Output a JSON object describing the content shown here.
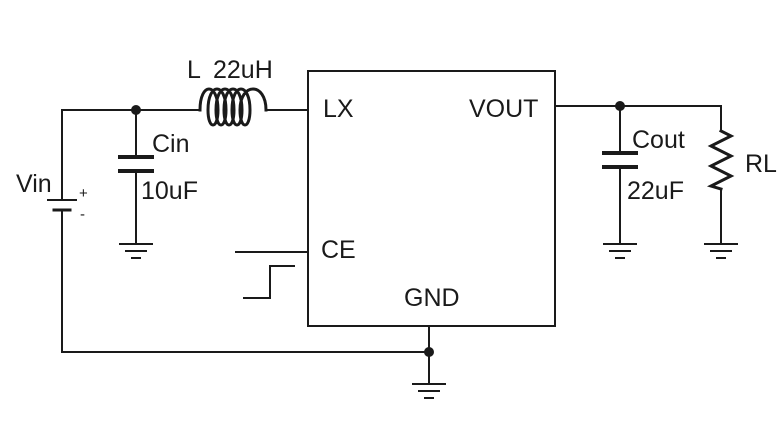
{
  "labels": {
    "vin": "Vin",
    "plus": "+",
    "minus": "-",
    "inductor_name": "L",
    "inductor_value": "22uH",
    "cin_name": "Cin",
    "cin_value": "10uF",
    "pin_lx": "LX",
    "pin_vout": "VOUT",
    "pin_ce": "CE",
    "pin_gnd": "GND",
    "cout_name": "Cout",
    "cout_value": "22uF",
    "load_name": "RL"
  }
}
